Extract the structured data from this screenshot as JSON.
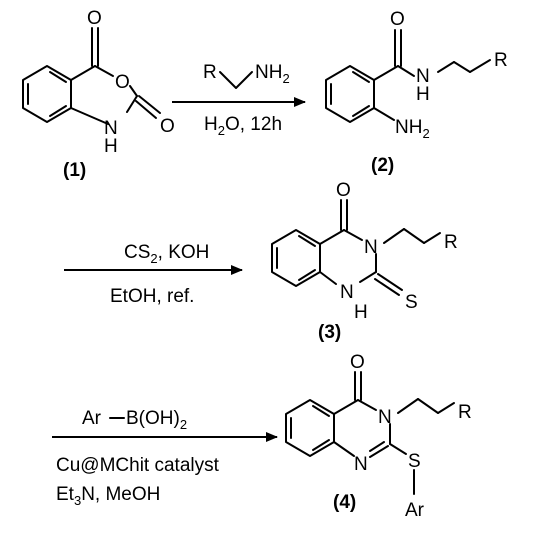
{
  "compounds": {
    "c1": {
      "label": "(1)"
    },
    "c2": {
      "label": "(2)"
    },
    "c3": {
      "label": "(3)"
    },
    "c4": {
      "label": "(4)"
    }
  },
  "atoms": {
    "O": "O",
    "N": "N",
    "H": "H",
    "S": "S",
    "R": "R",
    "Ar": "Ar",
    "NH": "NH",
    "two": "2"
  },
  "steps": {
    "s1": {
      "reagent_R": "R",
      "reagent_NH": "NH",
      "reagent_sub": "2",
      "cond_a": "H",
      "cond_a_sub": "2",
      "cond_b": "O, 12h"
    },
    "s2": {
      "line1_a": "CS",
      "line1_sub": "2",
      "line1_b": ", KOH",
      "line2": "EtOH, ref."
    },
    "s3": {
      "line1_a": "Ar",
      "line1_b": "B(OH)",
      "line1_sub": "2",
      "line2": "Cu@MChit catalyst",
      "line3_a": "Et",
      "line3_sub": "3",
      "line3_b": "N, MeOH"
    }
  }
}
